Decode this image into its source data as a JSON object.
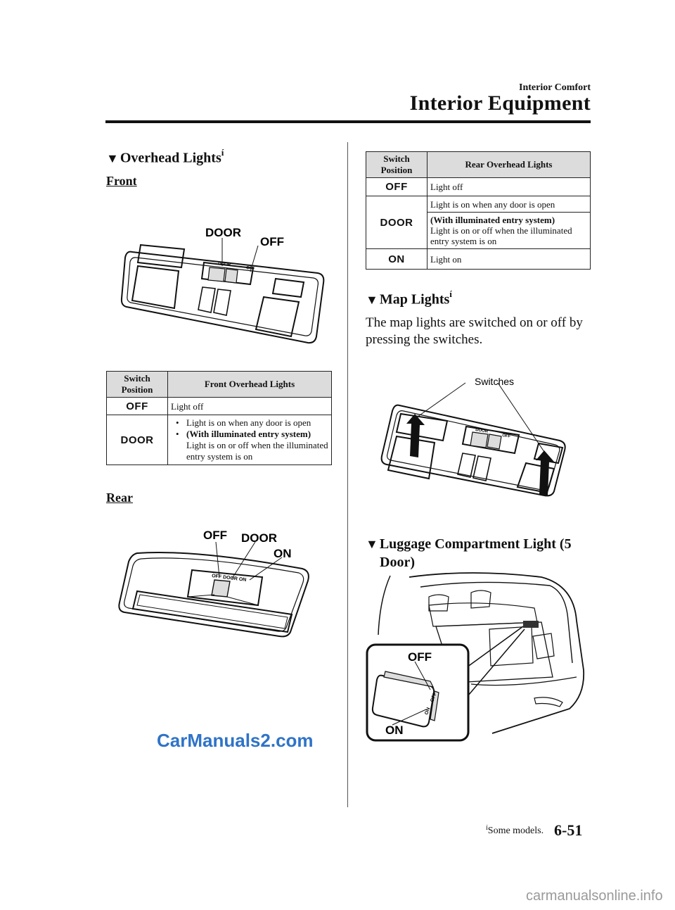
{
  "header": {
    "section": "Interior Comfort",
    "title": "Interior Equipment"
  },
  "overhead": {
    "title": "Overhead Lights",
    "star": "í",
    "front_sub": "Front",
    "rear_sub": "Rear",
    "front_figure": {
      "label_door": "DOOR",
      "label_off": "OFF",
      "switch_door": "DOOR",
      "switch_off": "OFF"
    },
    "rear_figure": {
      "label_off": "OFF",
      "label_door": "DOOR",
      "label_on": "ON",
      "switch_text": "OFF DOOR ON"
    },
    "front_table": {
      "col1": "Switch Position",
      "col2": "Front Overhead Lights",
      "rows": [
        {
          "key": "OFF",
          "desc": "Light off"
        },
        {
          "key": "DOOR",
          "bullet1": "Light is on when any door  is open",
          "bullet2_bold": "(With illuminated entry system)",
          "bullet2_rest": "Light is on or off when the illuminated entry system is on"
        }
      ]
    },
    "rear_table": {
      "col1": "Switch Position",
      "col2": "Rear Overhead Lights",
      "rows": [
        {
          "key": "OFF",
          "desc": "Light off"
        },
        {
          "key": "DOOR",
          "desc1": "Light is on when any door is open",
          "desc2_bold": "(With illuminated entry system)",
          "desc2_rest": "Light is on or off when the illuminated entry system is on"
        },
        {
          "key": "ON",
          "desc": "Light on"
        }
      ]
    }
  },
  "map": {
    "title": "Map Lights",
    "star": "í",
    "text": "The map lights are switched on or off by pressing the switches.",
    "figure": {
      "callout": "Switches",
      "switch_door": "DOOR",
      "switch_off": "OFF"
    }
  },
  "luggage": {
    "title_line1": "Luggage Compartment Light (5",
    "title_line2": "Door)",
    "figure": {
      "label_off": "OFF",
      "label_on": "ON",
      "switch_on": "ON",
      "switch_off": "OFF"
    }
  },
  "footer": {
    "footnote_star": "í",
    "footnote": "Some models.",
    "page": "6-51"
  },
  "watermarks": {
    "left": "CarManuals2.com",
    "right": "carmanualsonline.info"
  }
}
